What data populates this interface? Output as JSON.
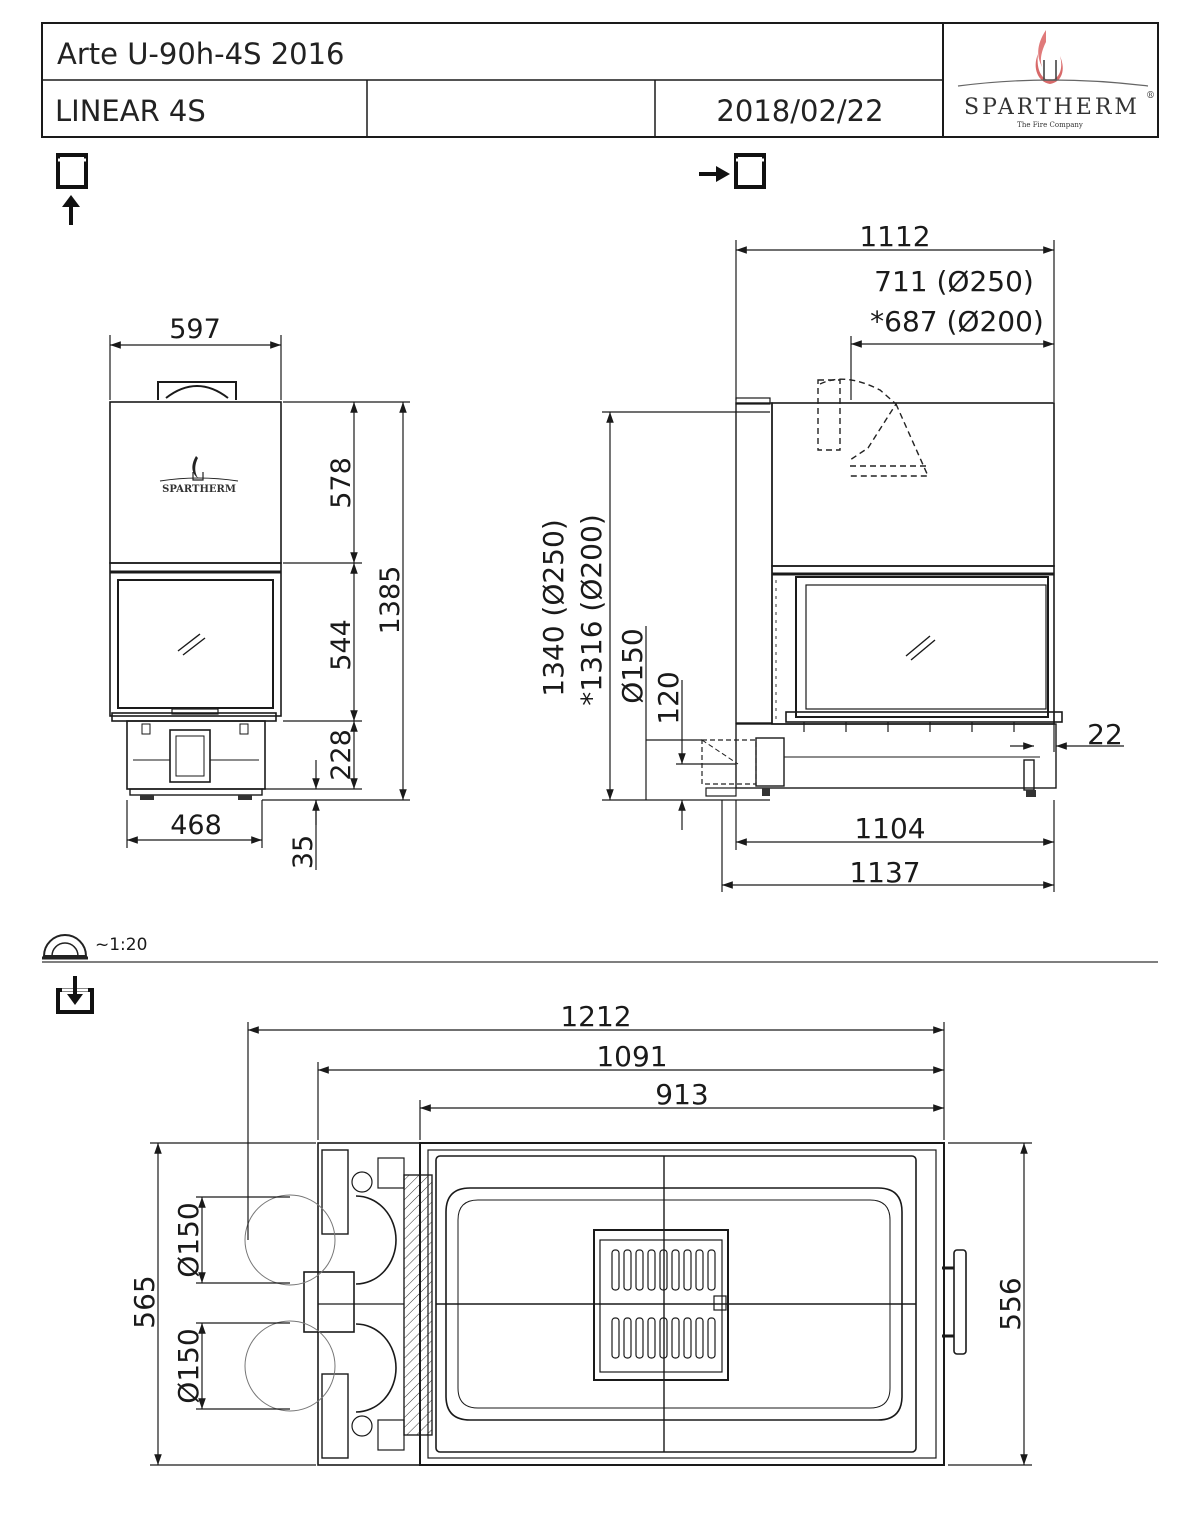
{
  "title_block": {
    "model": "Arte U-90h-4S 2016",
    "variant": "LINEAR 4S",
    "middle_field": "",
    "date": "2018/02/22",
    "brand": "SPARTHERM",
    "registered_mark": "®",
    "tagline": "The Fire Company",
    "flame_color": "#e07a7a"
  },
  "views": {
    "front_brand": "SPARTHERM",
    "scale": "~1:20"
  },
  "icons": {
    "front_view": "front-view-arrow-icon",
    "side_view": "side-view-arrow-icon",
    "top_view": "top-view-icon",
    "scale": "protractor-scale-icon"
  },
  "dimensions": {
    "front": {
      "width_top": "597",
      "hood_height": "578",
      "glass_height": "544",
      "base_height": "228",
      "total_height": "1385",
      "base_width": "468",
      "foot_height": "35"
    },
    "side": {
      "total_width": "1112",
      "flue_250": "711 (Ø250)",
      "flue_200": "*687 (Ø200)",
      "height_250": "1340 (Ø250)",
      "height_200": "*1316 (Ø200)",
      "air_inlet": "Ø150",
      "inlet_height": "120",
      "offset": "22",
      "depth_1104": "1104",
      "depth_1137": "1137"
    },
    "top": {
      "width_1212": "1212",
      "width_1091": "1091",
      "width_913": "913",
      "depth_565": "565",
      "depth_556": "556",
      "air_1": "Ø150",
      "air_2": "Ø150"
    }
  }
}
